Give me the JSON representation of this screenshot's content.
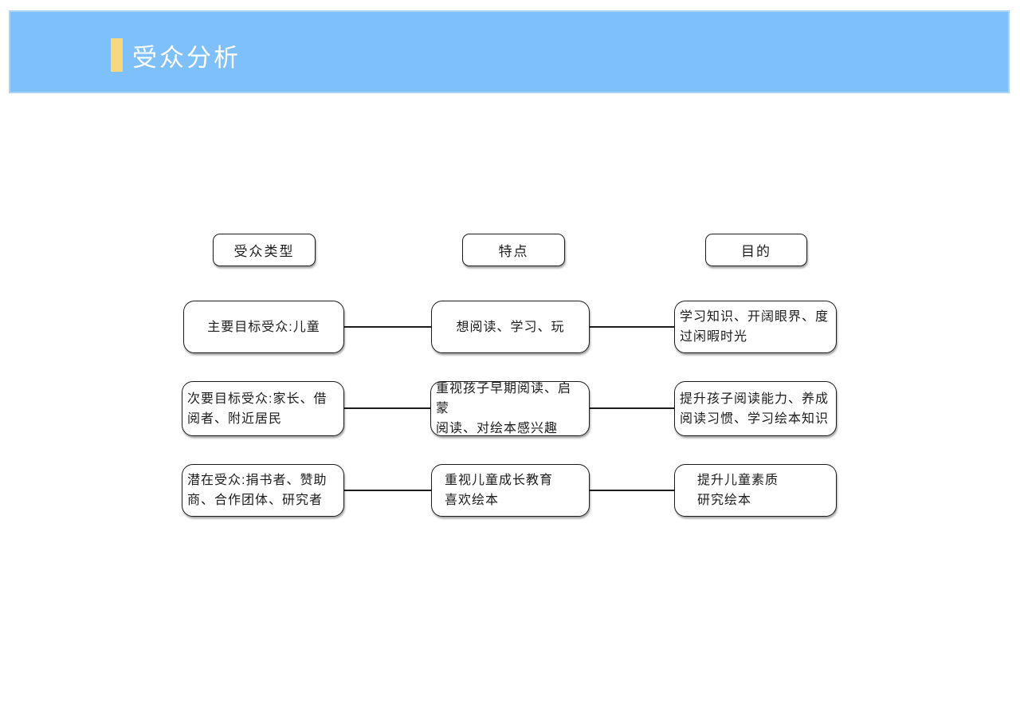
{
  "header": {
    "title": "受众分析",
    "banner_color": "#7EC0FA",
    "accent_color": "#F8D87F",
    "title_color": "#FFFFFF"
  },
  "diagram": {
    "columns": [
      {
        "label": "受众类型"
      },
      {
        "label": "特点"
      },
      {
        "label": "目的"
      }
    ],
    "rows": [
      {
        "cells": [
          {
            "text": "主要目标受众:儿童"
          },
          {
            "text": "想阅读、学习、玩"
          },
          {
            "text": "学习知识、开阔眼界、度\n过闲暇时光"
          }
        ]
      },
      {
        "cells": [
          {
            "text": "次要目标受众:家长、借\n阅者、附近居民"
          },
          {
            "text": "重视孩子早期阅读、启蒙\n阅读、对绘本感兴趣"
          },
          {
            "text": "提升孩子阅读能力、养成\n阅读习惯、学习绘本知识"
          }
        ]
      },
      {
        "cells": [
          {
            "text": "潜在受众:捐书者、赞助\n商、合作团体、研究者"
          },
          {
            "text": "重视儿童成长教育\n喜欢绘本"
          },
          {
            "text": "提升儿童素质\n研究绘本"
          }
        ]
      }
    ],
    "line_color": "#1C1C1C"
  }
}
